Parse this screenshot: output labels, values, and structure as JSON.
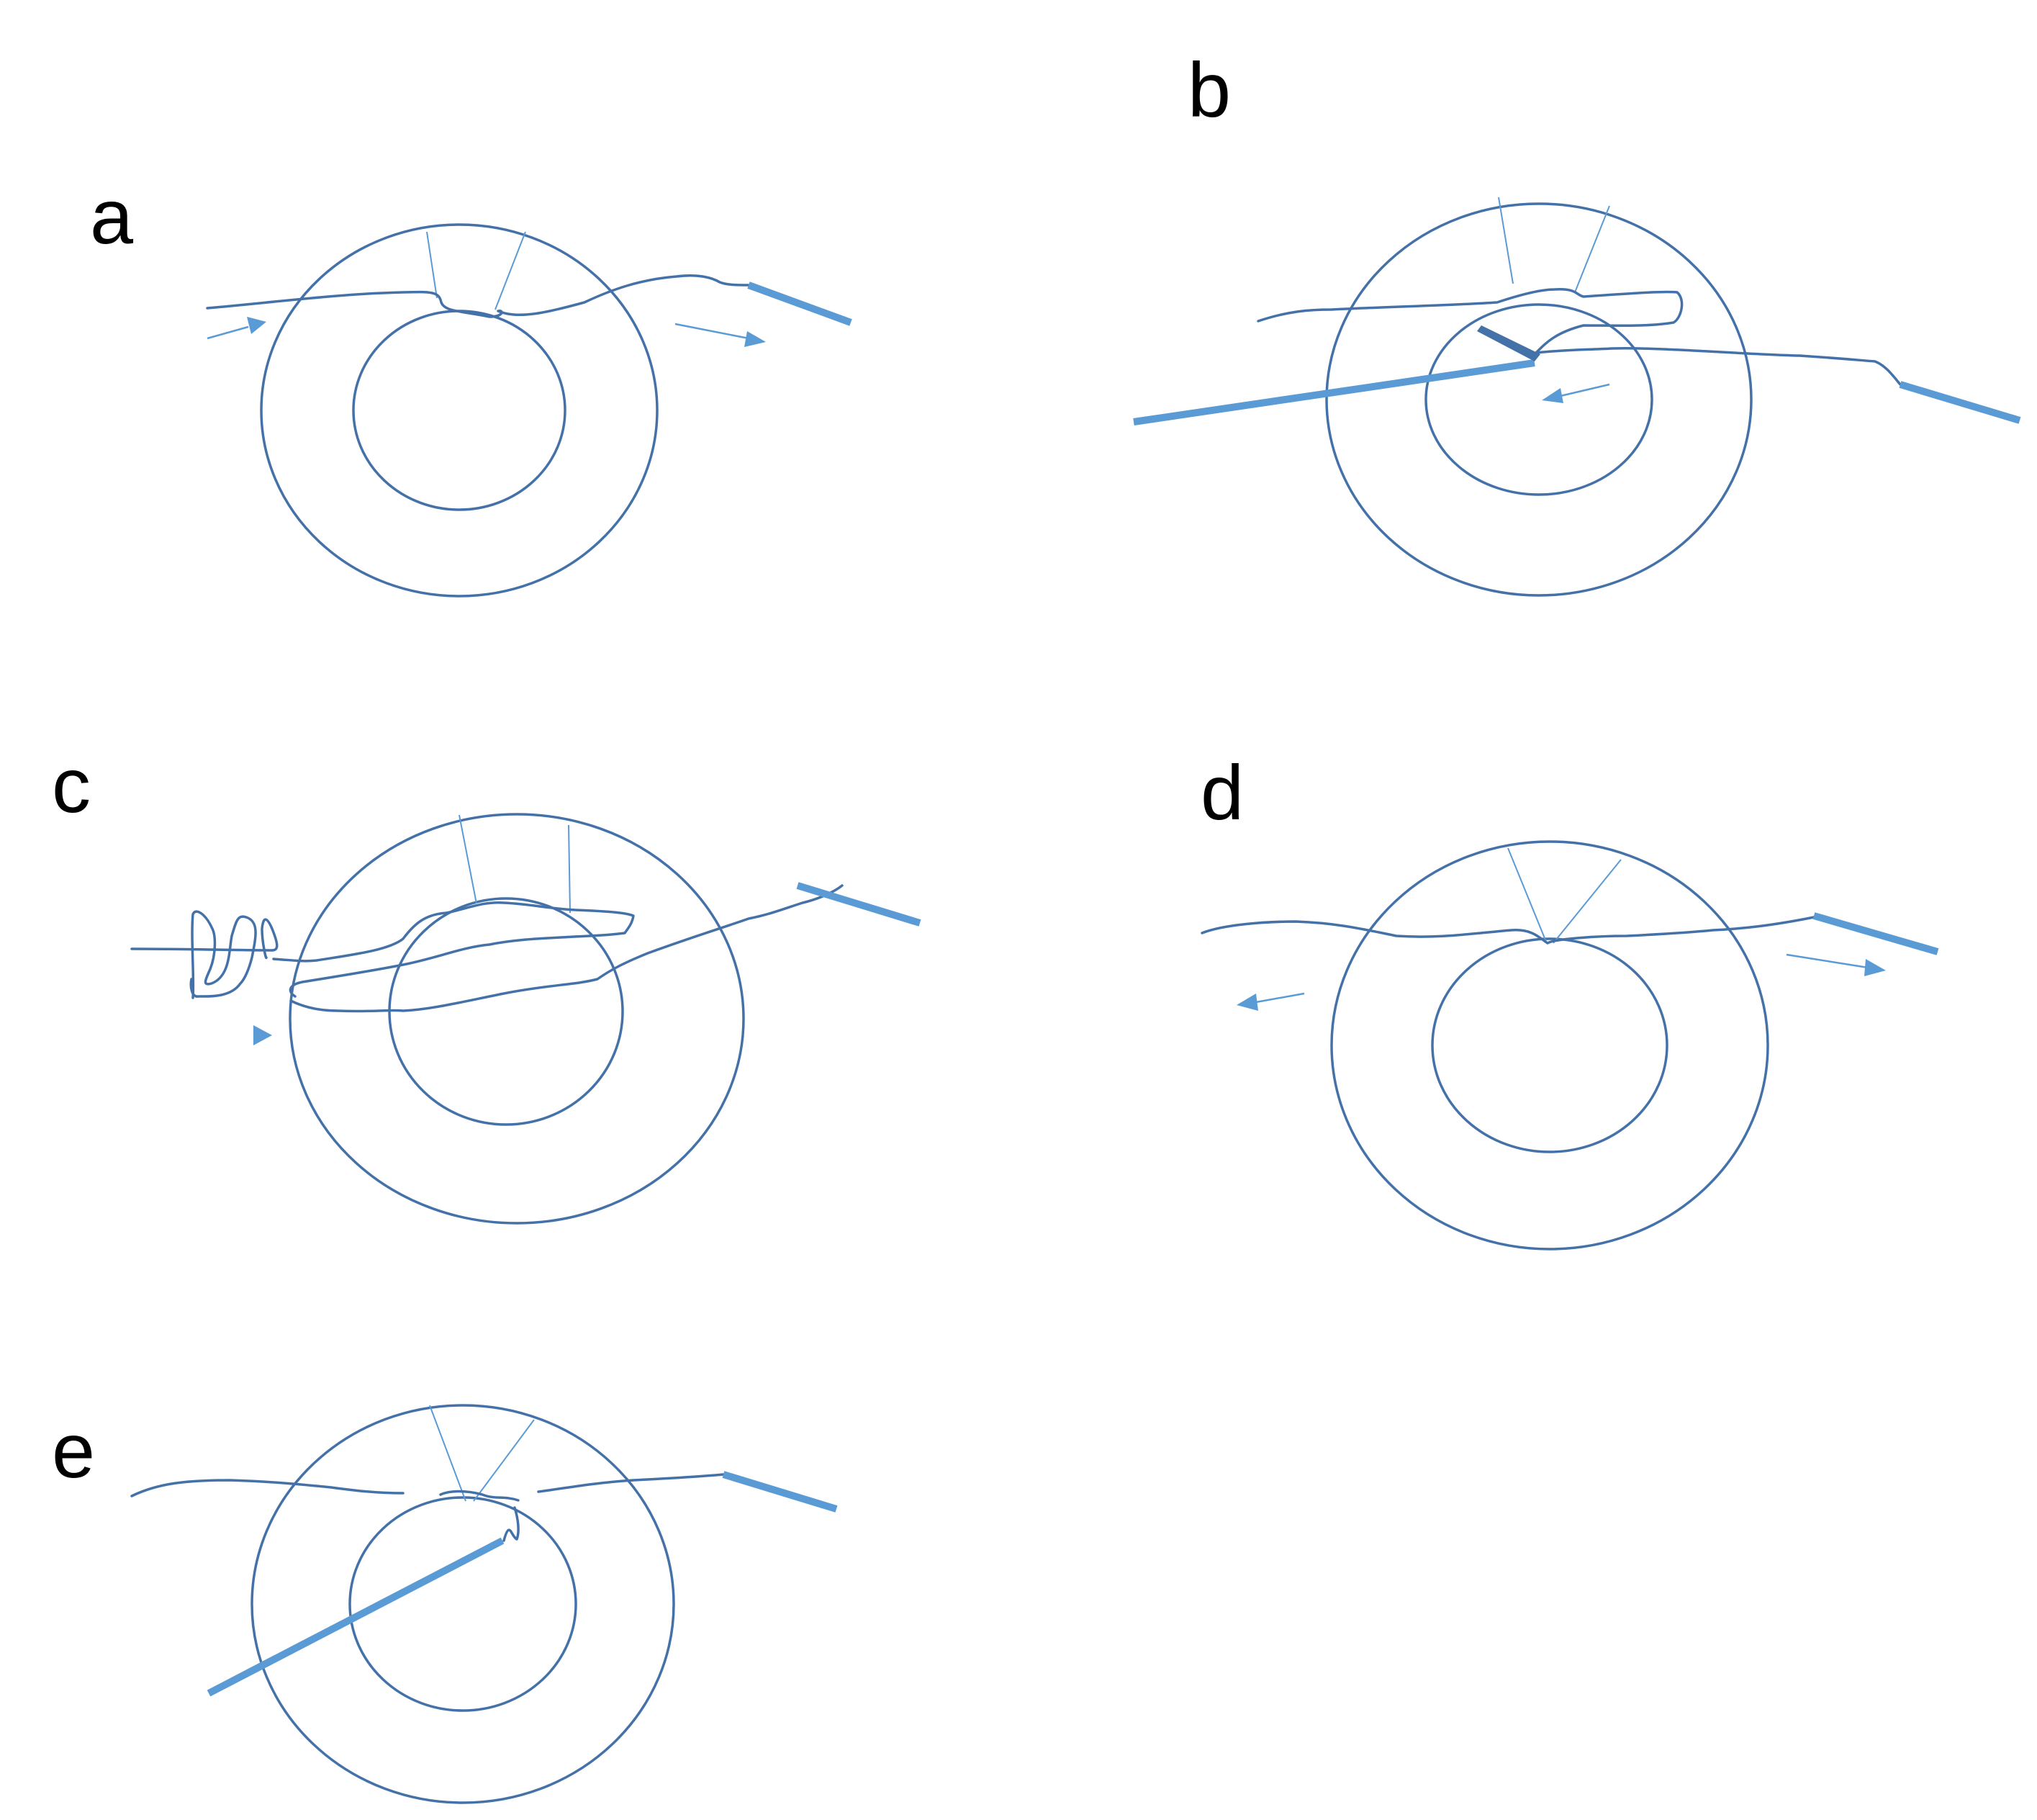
{
  "figure": {
    "panels": [
      {
        "label": "a"
      },
      {
        "label": "b"
      },
      {
        "label": "c"
      },
      {
        "label": "d"
      },
      {
        "label": "e"
      }
    ]
  },
  "colors": {
    "outline": "#4472a8",
    "needle": "#5b9bd5",
    "text": "#000000"
  }
}
